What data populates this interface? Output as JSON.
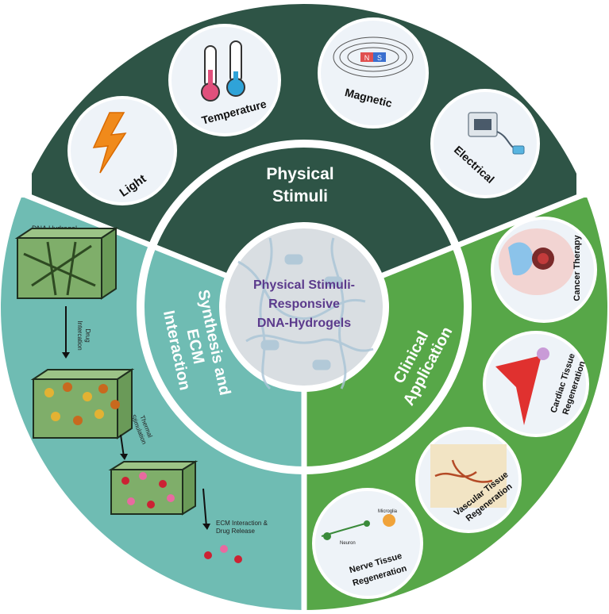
{
  "center": {
    "line1": "Physical Stimuli-",
    "line2": "Responsive",
    "line3": "DNA-Hydrogels"
  },
  "physical": {
    "title_line1": "Physical",
    "title_line2": "Stimuli",
    "items": [
      "Light",
      "Temperature",
      "Magnetic",
      "Electrical"
    ]
  },
  "synthesis": {
    "title_line1": "Synthesis and",
    "title_line2": "ECM",
    "title_line3": "Interaction",
    "dna_hydrogel": "DNA Hydrogel",
    "drug_line1": "Drug",
    "drug_line2": "Intercation",
    "thermal_line1": "Thermal",
    "thermal_line2": "Stimulation",
    "ecm_line1": "ECM Interaction &",
    "ecm_line2": "Drug Release"
  },
  "clinical": {
    "title_line1": "Clinical",
    "title_line2": "Application",
    "cancer": "Cancer Therapy",
    "cardiac_line1": "Cardiac Tissue",
    "cardiac_line2": "Regeneration",
    "vascular_line1": "Vascular Tissue",
    "vascular_line2": "Regeneration",
    "nerve_line1": "Nerve Tissue",
    "nerve_line2": "Regeneration",
    "neuron": "Neuron",
    "microglia": "Microglia"
  },
  "magnet": {
    "north": "N",
    "south": "S"
  },
  "colors": {
    "physical": "#2e5446",
    "synthesis": "#6fbcb3",
    "clinical": "#57a748",
    "center_text": "#5b3a8c"
  },
  "icons": [
    "lightning-icon",
    "thermometer-icon",
    "magnet-icon",
    "electrical-device-icon",
    "tumor-icon",
    "cardiac-cell-icon",
    "vascular-icon",
    "neuron-icon"
  ]
}
